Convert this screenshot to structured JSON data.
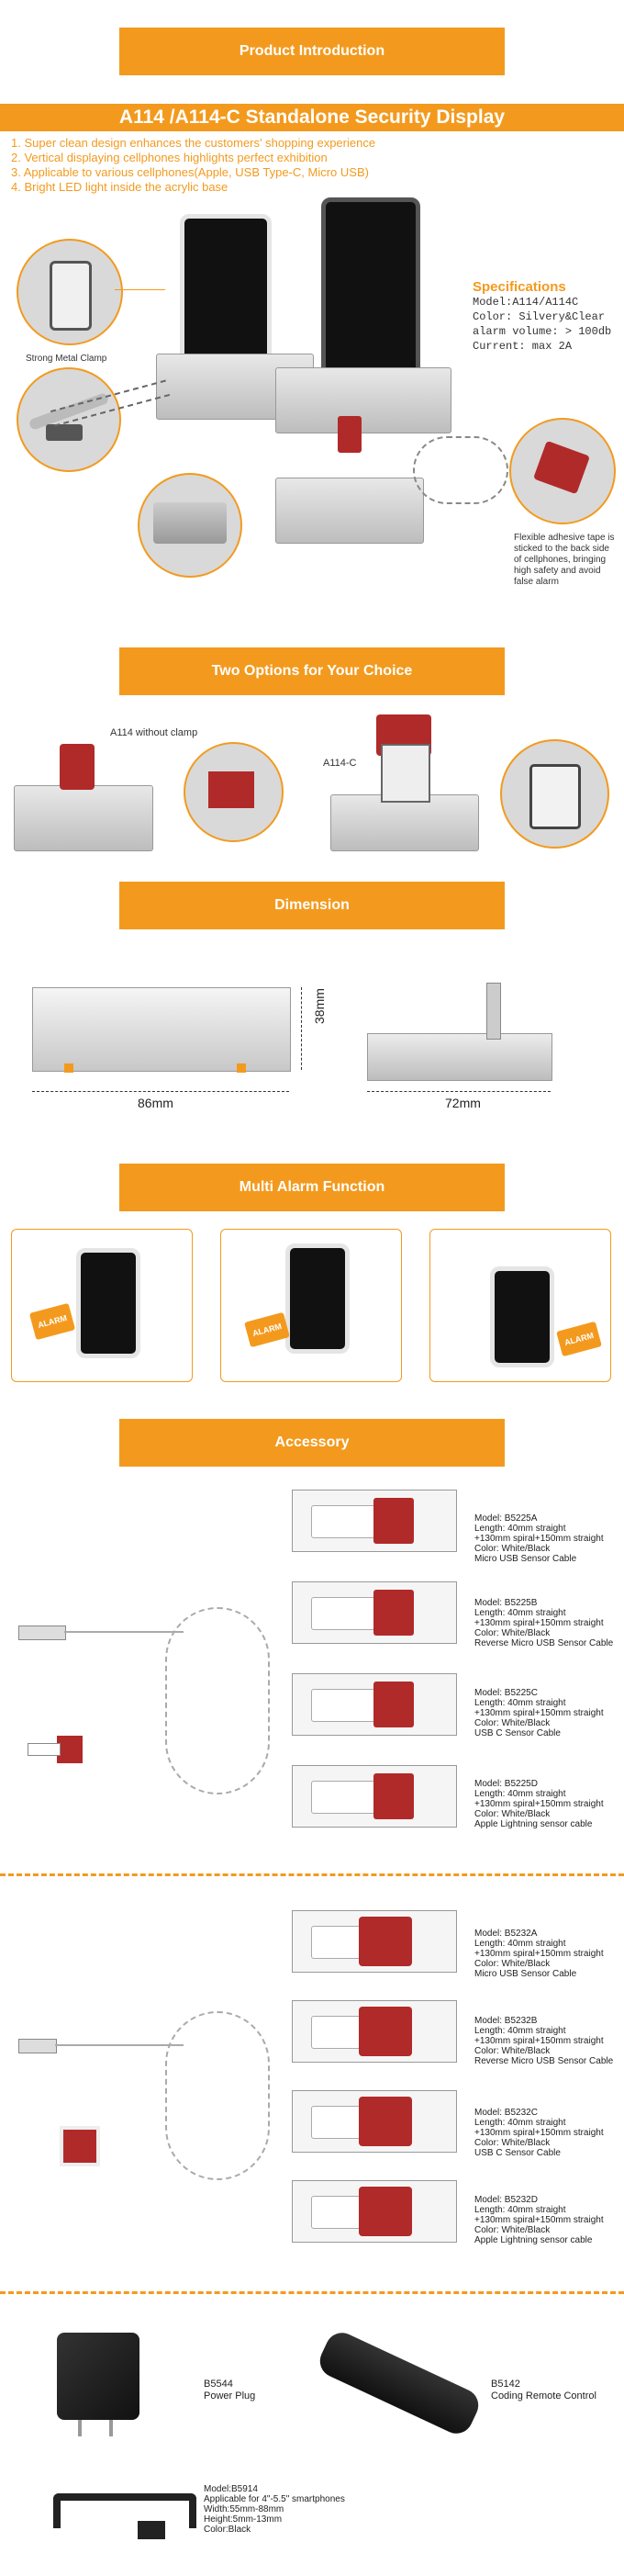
{
  "product_intro": {
    "label": "Product Introduction"
  },
  "title": "A114 /A114-C Standalone Security Display",
  "features": [
    "1. Super clean design enhances the customers' shopping experience",
    "2. Vertical displaying cellphones highlights perfect exhibition",
    "3. Applicable to various cellphones(Apple, USB Type-C, Micro USB)",
    "4. Bright LED light inside the acrylic base"
  ],
  "specs": {
    "heading": "Specifications",
    "model": "Model:A114/A114C",
    "color": "Color: Silvery&Clear",
    "alarm": "alarm volume: > 100db",
    "current": "Current:  max 2A"
  },
  "captions": {
    "clamp": "Strong Metal Clamp",
    "tape": "Flexible adhesive tape is sticked to the back side of cellphones, bringing high safety and avoid false alarm"
  },
  "two_options": {
    "label": "Two Options for Your Choice",
    "left": "A114 without clamp",
    "right": "A114-C"
  },
  "dimension": {
    "label": "Dimension",
    "width": "86mm",
    "height": "38mm",
    "depth": "72mm"
  },
  "multi_alarm": {
    "label": "Multi Alarm Function",
    "badge": "ALARM"
  },
  "accessory": {
    "label": "Accessory",
    "group1": [
      {
        "model": "Model:  B5225A",
        "l1": "Length:  40mm straight",
        "l2": "+130mm spiral+150mm straight",
        "color": "Color: White/Black",
        "type": "Micro USB Sensor Cable"
      },
      {
        "model": "Model:  B5225B",
        "l1": "Length:  40mm straight",
        "l2": "+130mm spiral+150mm straight",
        "color": "Color: White/Black",
        "type": "Reverse Micro USB Sensor Cable"
      },
      {
        "model": "Model:  B5225C",
        "l1": "Length:  40mm straight",
        "l2": "+130mm spiral+150mm straight",
        "color": "Color: White/Black",
        "type": "USB C Sensor Cable"
      },
      {
        "model": "Model:  B5225D",
        "l1": "Length:  40mm straight",
        "l2": "+130mm spiral+150mm straight",
        "color": "Color: White/Black",
        "type": "Apple Lightning sensor cable"
      }
    ],
    "group2": [
      {
        "model": "Model:  B5232A",
        "l1": "Length:  40mm straight",
        "l2": "+130mm spiral+150mm straight",
        "color": "Color: White/Black",
        "type": "Micro USB Sensor Cable"
      },
      {
        "model": "Model:  B5232B",
        "l1": "Length:  40mm straight",
        "l2": "+130mm spiral+150mm straight",
        "color": "Color: White/Black",
        "type": "Reverse Micro USB Sensor Cable"
      },
      {
        "model": "Model:  B5232C",
        "l1": "Length:  40mm straight",
        "l2": "+130mm spiral+150mm straight",
        "color": "Color: White/Black",
        "type": "USB C Sensor Cable"
      },
      {
        "model": "Model:  B5232D",
        "l1": "Length:  40mm straight",
        "l2": "+130mm spiral+150mm straight",
        "color": "Color: White/Black",
        "type": "Apple Lightning sensor cable"
      }
    ],
    "plug": {
      "model": "B5544",
      "name": "Power Plug"
    },
    "remote": {
      "model": "B5142",
      "name": "Coding Remote Control"
    },
    "clamp": {
      "model": "Model:B5914",
      "l1": "Applicable for 4\"-5.5\" smartphones",
      "l2": "Width:55mm-88mm",
      "l3": "Height:5mm-13mm",
      "l4": "Color:Black"
    }
  },
  "colors": {
    "accent": "#f39a1e",
    "red": "#b12a2a"
  }
}
